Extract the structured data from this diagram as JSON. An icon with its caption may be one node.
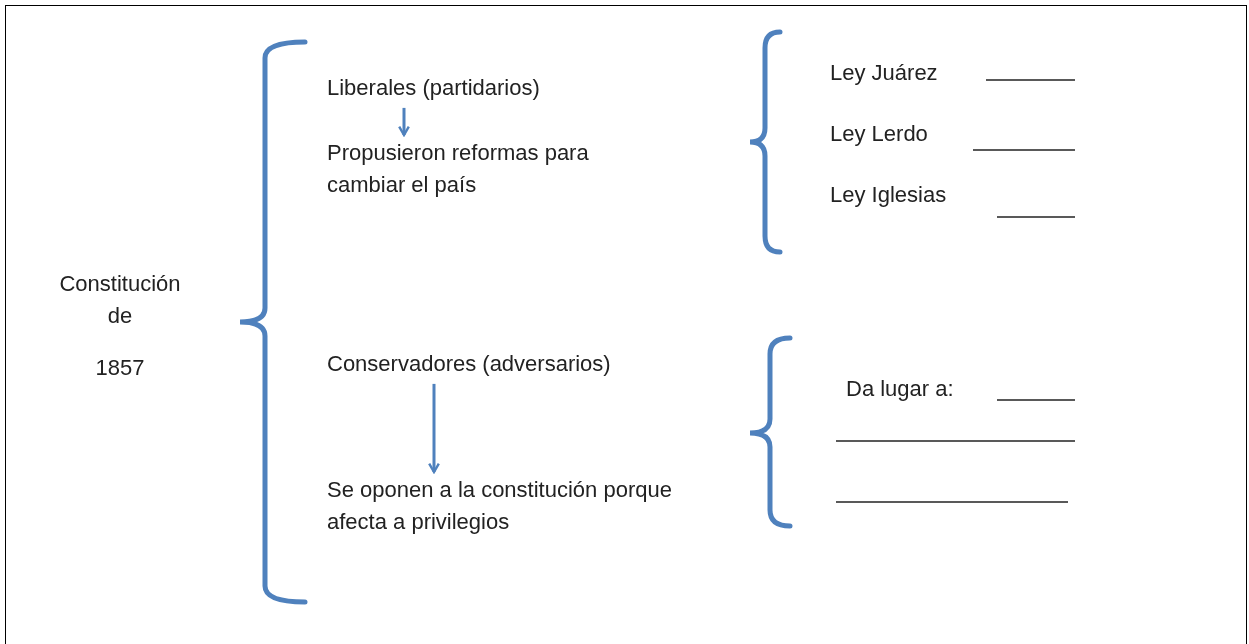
{
  "diagram": {
    "nodes": [
      {
        "text": [
          "Constitución de",
          "1857"
        ]
      },
      {
        "text": [
          "Liberales (partidarios)"
        ]
      },
      {
        "text": [
          "Propusieron reformas para cambiar el país"
        ]
      },
      {
        "text": [
          "Conservadores (adversarios)"
        ]
      },
      {
        "text": [
          "Se oponen a la constitución porque afecta a privilegios"
        ]
      }
    ],
    "edges": [
      {
        "from": 1,
        "to": 2,
        "arrow": "to"
      },
      {
        "from": 3,
        "to": 4,
        "arrow": "to"
      }
    ],
    "labels": [
      "Ley Juárez",
      "Ley Lerdo",
      "Ley Iglesias",
      "Da lugar a:"
    ]
  }
}
